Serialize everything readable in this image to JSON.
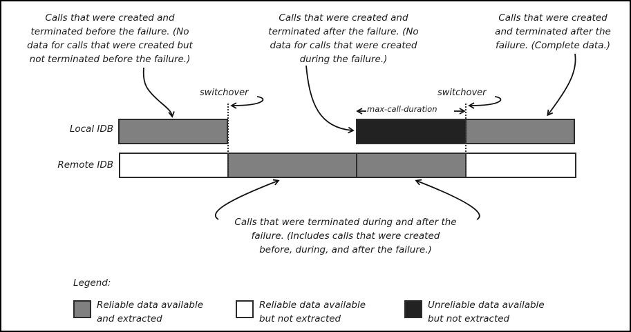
{
  "notes": {
    "top_left": [
      "Calls that were created and",
      "terminated before the failure. (No",
      "data for calls that were created but",
      "not terminated before the failure.)"
    ],
    "top_middle": [
      "Calls that were created and",
      "terminated after the failure. (No",
      "data for calls that were created",
      "during the failure.)"
    ],
    "top_right": [
      "Calls that were created",
      "and terminated after the",
      "failure. (Complete data.)"
    ],
    "bottom": [
      "Calls that were terminated during and after the",
      "failure. (Includes calls that were created",
      "before, during, and after the failure.)"
    ]
  },
  "labels": {
    "switchover_1": "switchover",
    "switchover_2": "switchover",
    "max_call_duration": "max-call-duration"
  },
  "rows": [
    {
      "label": "Local IDB",
      "segments": [
        {
          "state": "reliable-extracted",
          "color": "#808080"
        },
        {
          "state": "none",
          "color": "#ffffff"
        },
        {
          "state": "unreliable-not-extracted",
          "color": "#222222"
        },
        {
          "state": "reliable-extracted",
          "color": "#808080"
        }
      ]
    },
    {
      "label": "Remote IDB",
      "segments": [
        {
          "state": "reliable-not-extracted",
          "color": "#ffffff"
        },
        {
          "state": "reliable-extracted",
          "color": "#808080"
        },
        {
          "state": "reliable-extracted",
          "color": "#808080"
        },
        {
          "state": "reliable-not-extracted",
          "color": "#ffffff"
        }
      ]
    }
  ],
  "legend": {
    "title": "Legend:",
    "items": [
      {
        "lines": [
          "Reliable data available",
          "and extracted"
        ],
        "color": "#808080"
      },
      {
        "lines": [
          "Reliable data available",
          "but not extracted"
        ],
        "color": "#ffffff"
      },
      {
        "lines": [
          "Unreliable data available",
          "but not extracted"
        ],
        "color": "#222222"
      }
    ]
  }
}
